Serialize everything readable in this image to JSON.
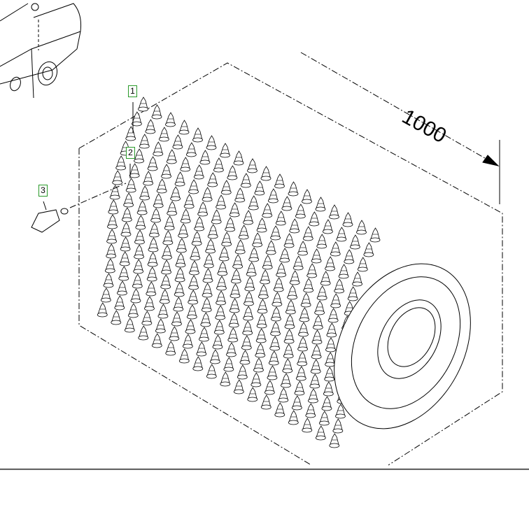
{
  "diagram": {
    "callouts": [
      "1",
      "2",
      "3"
    ],
    "dimension_label": "1000",
    "callout_color": "#2a9a2a"
  }
}
